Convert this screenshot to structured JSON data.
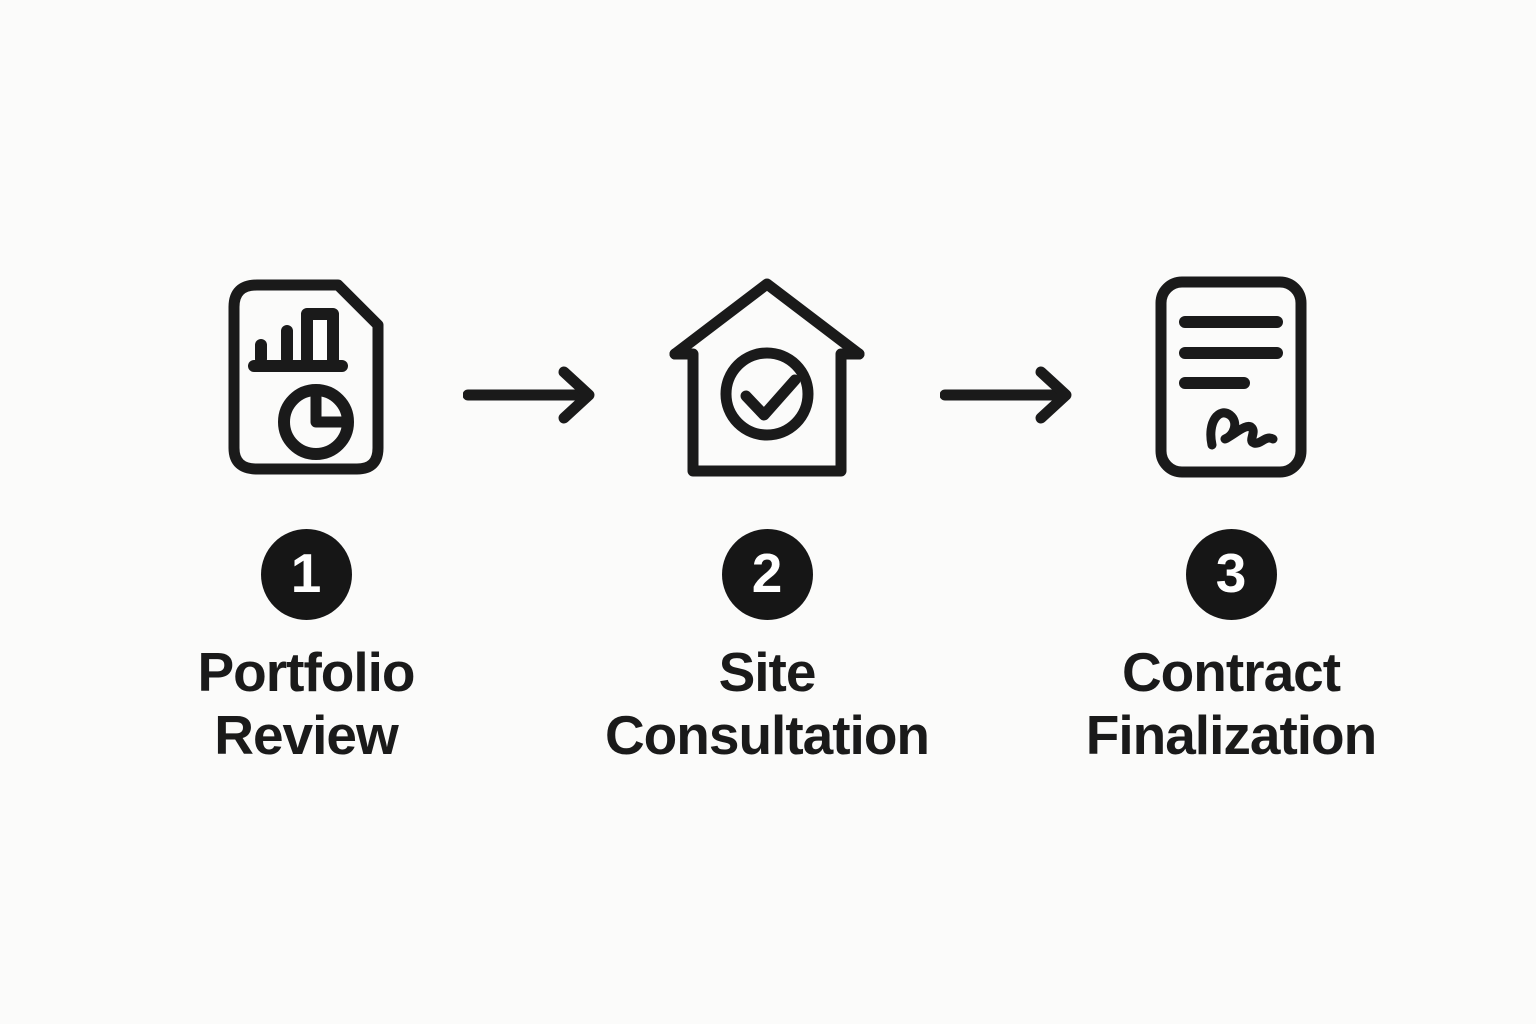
{
  "diagram": {
    "type": "horizontal-process-flow",
    "step_count": 3,
    "colors": {
      "background": "#fbfbfa",
      "ink": "#1a1a1a",
      "badge_background": "#161616",
      "badge_number": "#ffffff"
    },
    "steps": [
      {
        "number": "1",
        "icon": "report-document-icon",
        "icon_description": "document page with folded corner containing bar chart and pie chart",
        "label_line1": "Portfolio",
        "label_line2": "Review"
      },
      {
        "number": "2",
        "icon": "house-check-icon",
        "icon_description": "house outline with circled checkmark",
        "label_line1": "Site",
        "label_line2": "Consultation"
      },
      {
        "number": "3",
        "icon": "signed-contract-icon",
        "icon_description": "document with text lines and signature squiggle",
        "label_line1": "Contract",
        "label_line2": "Finalization"
      }
    ],
    "connectors": [
      {
        "type": "arrow-right",
        "from_step": "1",
        "to_step": "2"
      },
      {
        "type": "arrow-right",
        "from_step": "2",
        "to_step": "3"
      }
    ]
  }
}
